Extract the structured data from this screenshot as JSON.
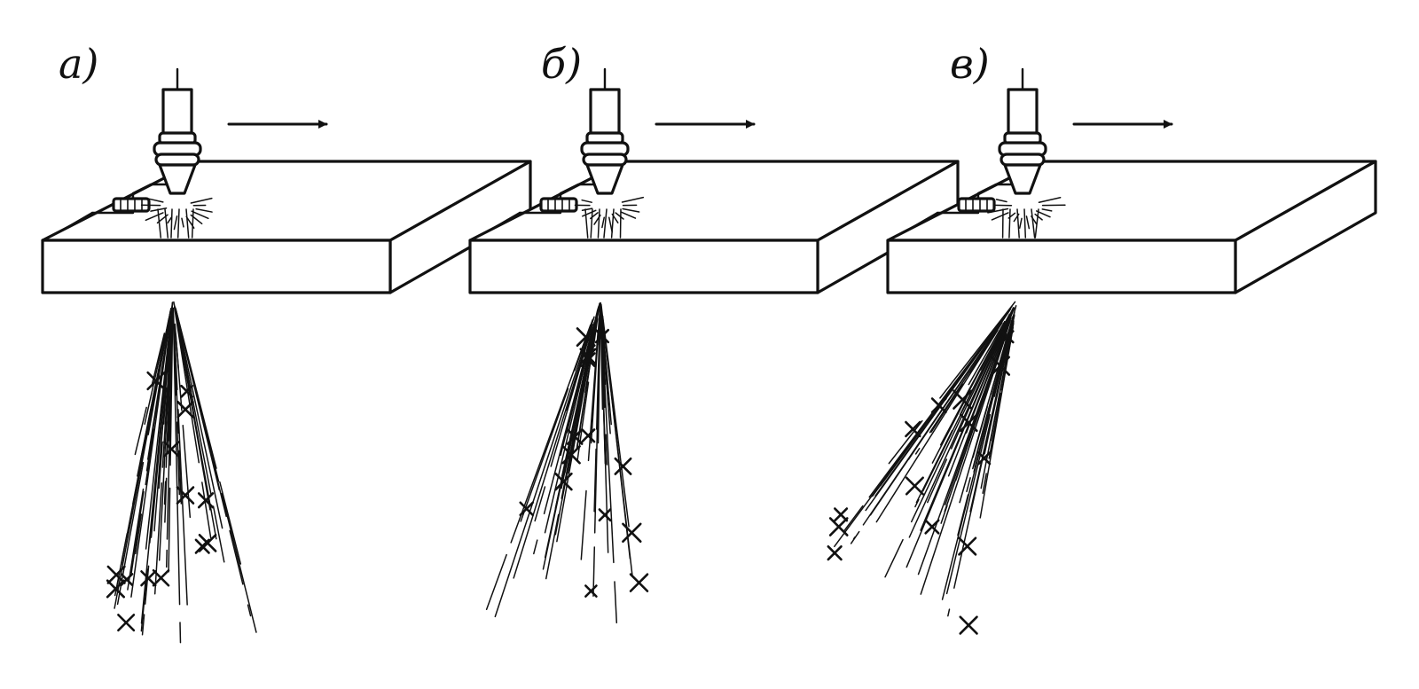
{
  "figure": {
    "panels": [
      {
        "label": "а)",
        "jet_tilt": 0
      },
      {
        "label": "б)",
        "jet_tilt": 0.12
      },
      {
        "label": "в)",
        "jet_tilt": 0.42
      }
    ],
    "colors": {
      "ink": "#111111",
      "paper": "#ffffff"
    },
    "icons": {
      "direction": "arrow-right-icon",
      "torch": "cutting-torch-icon"
    }
  }
}
